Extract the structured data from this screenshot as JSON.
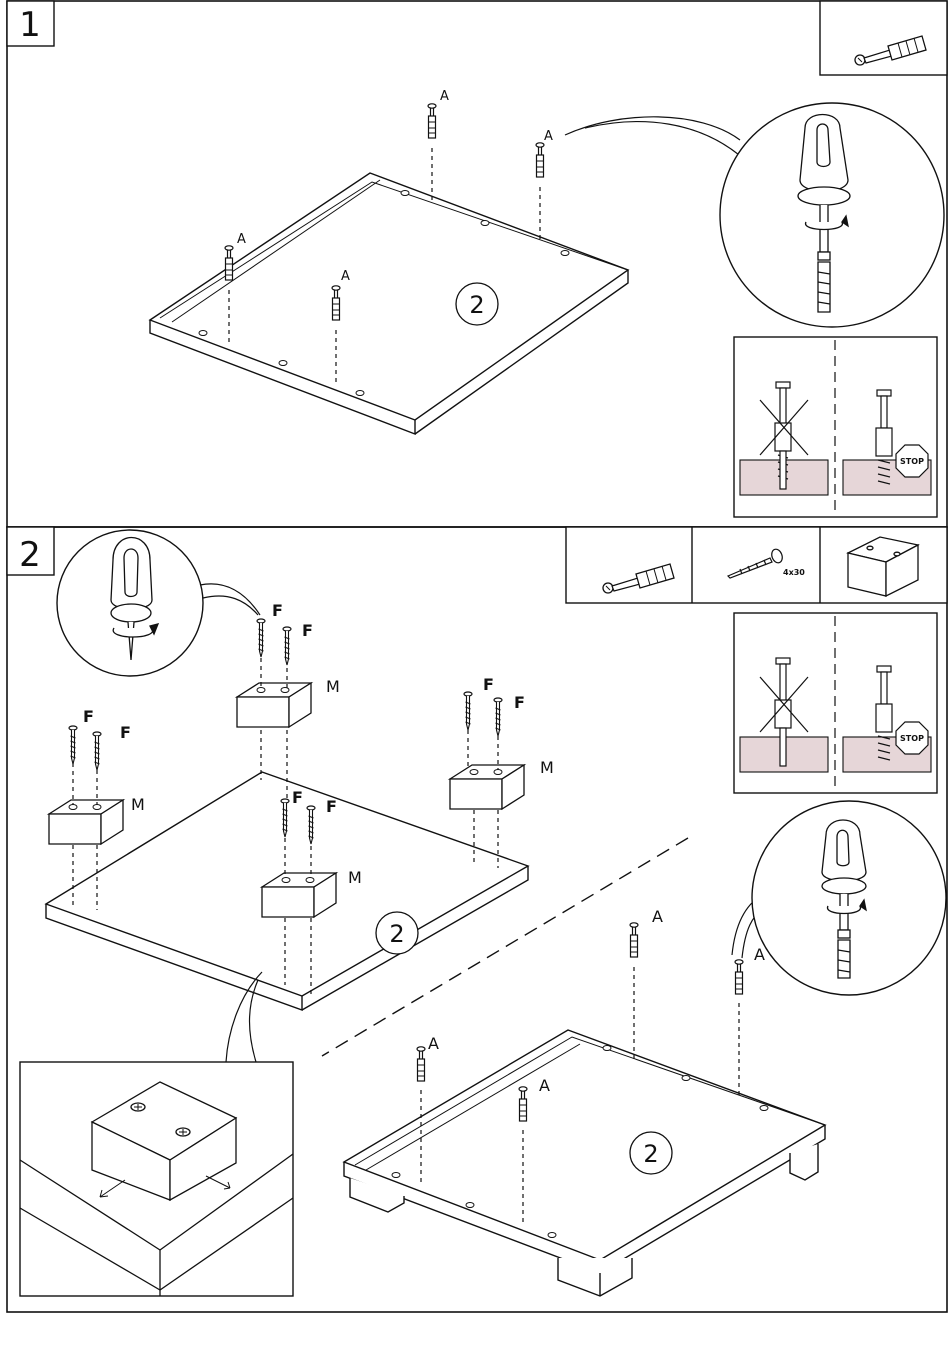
{
  "step1": {
    "number": "1",
    "panel_part_number": "2",
    "dowel_label": "A",
    "stop_label": "STOP"
  },
  "step2": {
    "number": "2",
    "screw_label": "F",
    "block_label": "M",
    "dowel_label": "A",
    "panel_part_number": "2",
    "screw_size": "4x30",
    "stop_label": "STOP"
  },
  "colors": {
    "line": "#111111",
    "wall_fill": "#e6d6d8"
  },
  "icons": [
    "dowel-icon",
    "screw-icon",
    "block-icon",
    "screwdriver-icon",
    "stop-sign-icon"
  ]
}
